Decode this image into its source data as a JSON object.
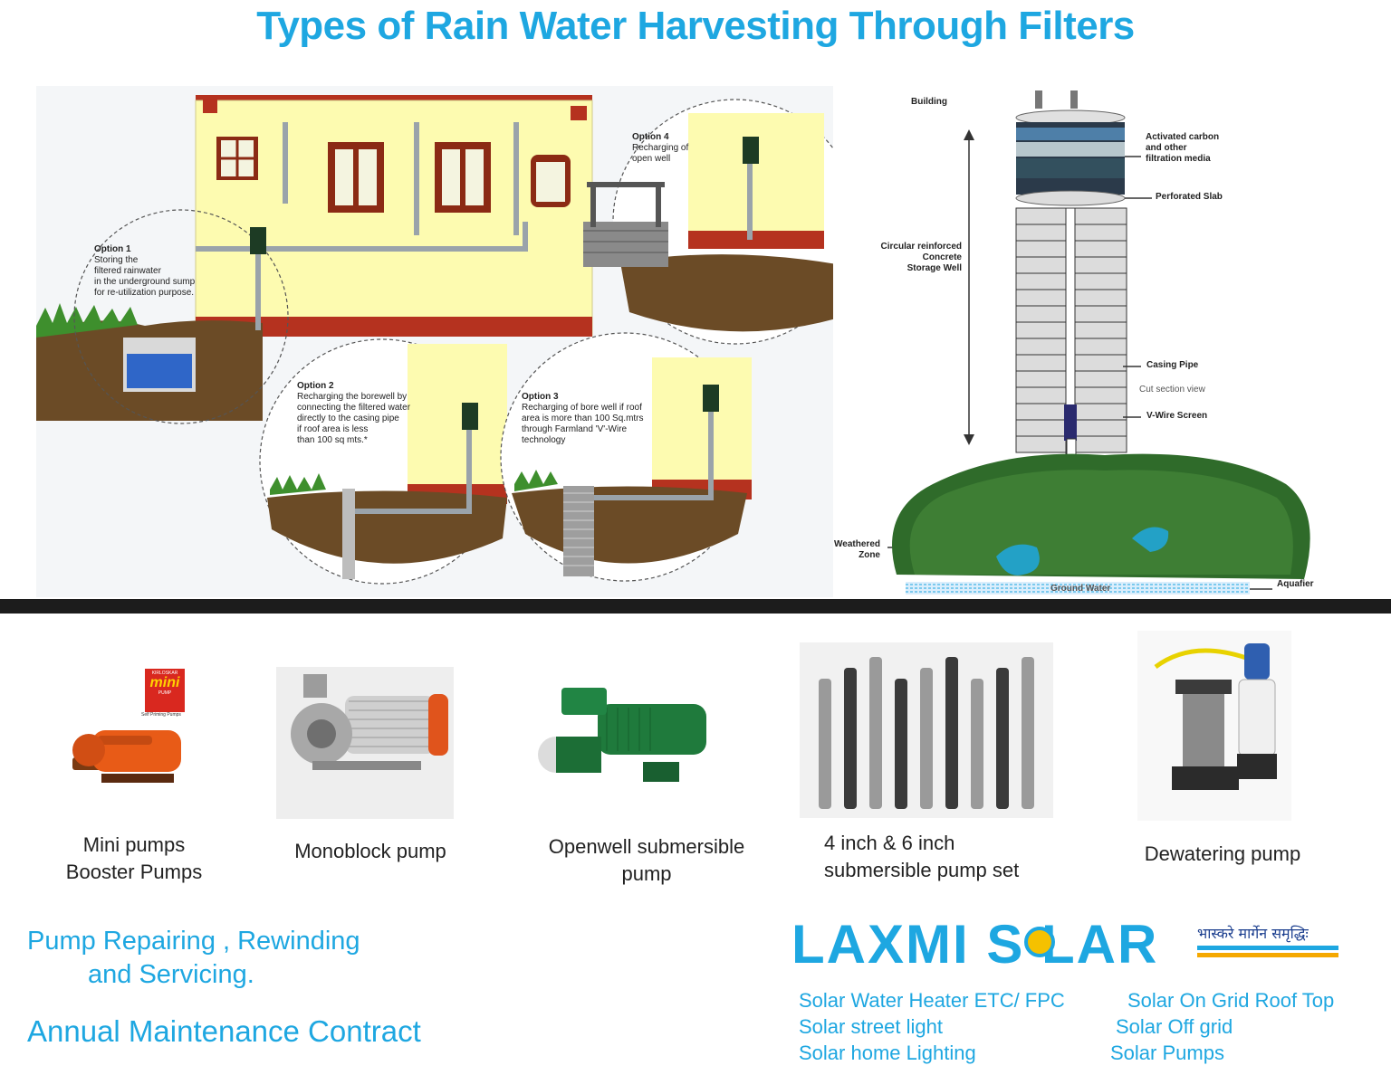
{
  "title": "Types of Rain Water Harvesting Through Filters",
  "house_diagram": {
    "option1": {
      "heading": "Option 1",
      "text": [
        "Storing the",
        "filtered rainwater",
        "in the underground sump",
        "for re-utilization purpose."
      ]
    },
    "option2": {
      "heading": "Option 2",
      "text": [
        "Recharging the borewell by",
        "connecting the filtered water",
        "directly to the casing pipe",
        "if roof area is less",
        "than 100 sq mts.*"
      ]
    },
    "option3": {
      "heading": "Option 3",
      "text": [
        "Recharging of bore well if roof",
        "area is more than 100 Sq.mtrs",
        "through Farmland 'V'-Wire",
        "technology"
      ]
    },
    "option4": {
      "heading": "Option 4",
      "text": [
        "Recharging of",
        "open well"
      ]
    }
  },
  "filter_diagram": {
    "building": "Building",
    "activated_carbon": [
      "Activated carbon",
      "and other",
      "filtration media"
    ],
    "perforated_slab": "Perforated Slab",
    "storage_well": [
      "Circular reinforced",
      "Concrete",
      "Storage Well"
    ],
    "casing_pipe": "Casing Pipe",
    "cut_section": "Cut section view",
    "v_wire": "V-Wire Screen",
    "weathered": [
      "Weathered",
      "Zone"
    ],
    "ground_water": "Ground Water",
    "aquifer": "Aquafier"
  },
  "products": [
    {
      "name": "mini",
      "label": [
        "Mini pumps",
        "Booster Pumps"
      ]
    },
    {
      "name": "monoblock",
      "label": [
        "Monoblock pump"
      ]
    },
    {
      "name": "openwell",
      "label": [
        "Openwell submersible",
        "pump"
      ]
    },
    {
      "name": "submersible",
      "label": [
        "4 inch & 6 inch",
        "submersible pump set"
      ]
    },
    {
      "name": "dewatering",
      "label": [
        "Dewatering pump"
      ]
    }
  ],
  "mini_logo": {
    "brand": "KIRLOSKAR",
    "word": "mini",
    "sub": "PUMP",
    "tag": "Self Priming Pumps"
  },
  "services": {
    "line1": "Pump Repairing , Rewinding",
    "line2": "and Servicing.",
    "amc": "Annual Maintenance Contract"
  },
  "solar": {
    "logo_left": "LAXMI",
    "logo_right": "S LAR",
    "tagline": "भास्करे मार्गेन समृद्धिः",
    "col1": [
      "Solar Water Heater ETC/ FPC",
      "Solar street light",
      "Solar home Lighting"
    ],
    "col2": [
      "Solar On Grid Roof Top",
      "Solar Off grid",
      "Solar Pumps"
    ]
  },
  "colors": {
    "accent": "#1ea7e1",
    "divider": "#1c1c1c",
    "wall": "#fdfbb0",
    "brick": "#b5321f",
    "soil": "#6b4b26",
    "grass": "#3e8f2d"
  }
}
